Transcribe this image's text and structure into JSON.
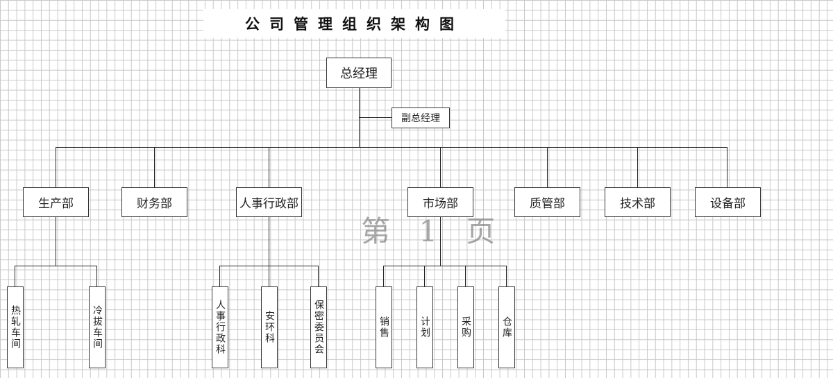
{
  "title": "公司管理组织架构图",
  "ceo": "总经理",
  "deputy": "副总经理",
  "departments": [
    "生产部",
    "财务部",
    "人事行政部",
    "市场部",
    "质管部",
    "技术部",
    "设备部"
  ],
  "production_units": [
    "热轧车间",
    "冷拔车间"
  ],
  "hr_units": [
    "人事行政科",
    "安环科",
    "保密委员会"
  ],
  "market_units": [
    "销售",
    "计划",
    "采购",
    "仓库"
  ],
  "watermark": "第 1 页"
}
